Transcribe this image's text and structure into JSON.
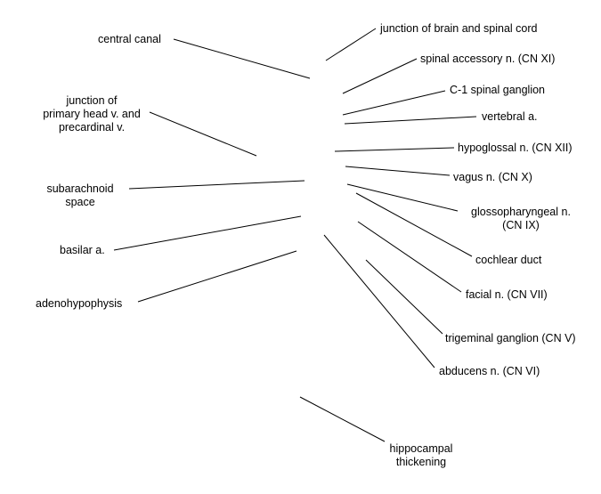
{
  "diagram": {
    "labels": {
      "central_canal": "central canal",
      "junction_head_precardinal": "junction of\nprimary head v. and\nprecardinal v.",
      "subarachnoid_space": "subarachnoid\nspace",
      "basilar_a": "basilar a.",
      "adenohypophysis": "adenohypophysis",
      "junction_brain_spinal": "junction of brain and spinal cord",
      "spinal_accessory": "spinal accessory n. (CN XI)",
      "c1_spinal_ganglion": "C-1 spinal ganglion",
      "vertebral_a": "vertebral a.",
      "hypoglossal": "hypoglossal n. (CN XII)",
      "vagus": "vagus n. (CN X)",
      "glossopharyngeal": "glossopharyngeal n.\n(CN IX)",
      "cochlear_duct": "cochlear duct",
      "facial": "facial n. (CN VII)",
      "trigeminal_ganglion": "trigeminal ganglion (CN V)",
      "abducens": "abducens n. (CN VI)",
      "hippocampal_thickening": "hippocampal\nthickening"
    }
  }
}
